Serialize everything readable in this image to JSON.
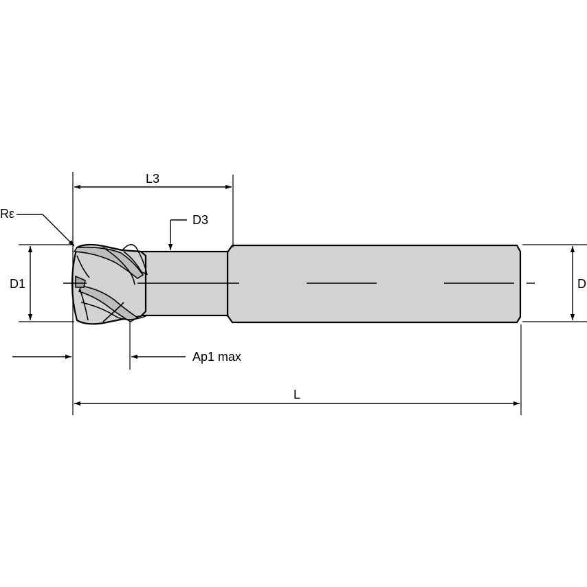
{
  "diagram": {
    "labels": {
      "l3": "L3",
      "re": "Rε",
      "d3": "D3",
      "d1": "D1",
      "d": "D",
      "ap1max": "Ap1 max",
      "l": "L"
    },
    "colors": {
      "tool_fill": "#d3d3d3",
      "tool_dark": "#a9a9a9",
      "line": "#000000",
      "background": "#ffffff"
    }
  }
}
